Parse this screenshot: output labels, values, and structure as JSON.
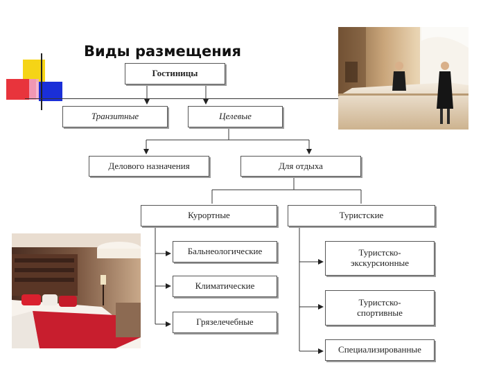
{
  "title": "Виды размещения",
  "nodes": {
    "hotels": "Гостиницы",
    "transit": "Транзитные",
    "target": "Целевые",
    "business": "Делового назначения",
    "leisure": "Для отдыха",
    "resort": "Курортные",
    "tourist": "Туристские",
    "balneo": "Бальнеологические",
    "climatic": "Климатические",
    "mud": "Грязелечебные",
    "tour_excursion_line1": "Туристско-",
    "tour_excursion_line2": "экскурсионные",
    "tour_sport_line1": "Туристско-",
    "tour_sport_line2": "спортивные",
    "specialized": "Специализированные"
  },
  "colors": {
    "accent_yellow": "#f5d416",
    "accent_red": "#e8343c",
    "accent_blue": "#1a2fd8"
  }
}
